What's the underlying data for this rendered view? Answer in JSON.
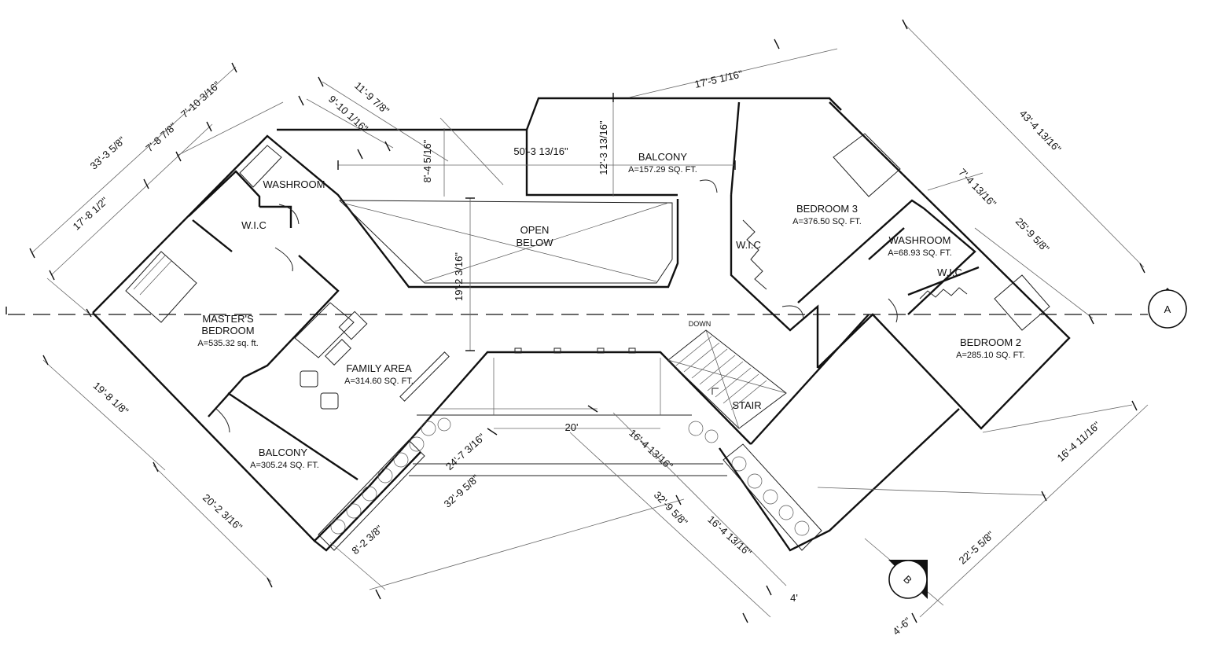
{
  "rooms": {
    "masters_bedroom": {
      "name1": "MASTER'S",
      "name2": "BEDROOM",
      "area": "A=535.32 sq. ft."
    },
    "washroom_master": {
      "name": "WASHROOM"
    },
    "wic_master": {
      "name": "W.I.C"
    },
    "family_area": {
      "name": "FAMILY AREA",
      "area": "A=314.60 SQ. FT."
    },
    "balcony_left": {
      "name": "BALCONY",
      "area": "A=305.24 SQ. FT."
    },
    "open_below": {
      "name1": "OPEN",
      "name2": "BELOW"
    },
    "balcony_top": {
      "name": "BALCONY",
      "area": "A=157.29 SQ. FT."
    },
    "bedroom3": {
      "name": "BEDROOM 3",
      "area": "A=376.50 SQ. FT."
    },
    "wic_bedroom3": {
      "name": "W.I.C"
    },
    "washroom_right": {
      "name": "WASHROOM",
      "area": "A=68.93 SQ. FT."
    },
    "wic_right": {
      "name": "W.I.C"
    },
    "bedroom2": {
      "name": "BEDROOM 2",
      "area": "A=285.10 SQ. FT."
    },
    "stair": {
      "name": "STAIR",
      "direction": "DOWN"
    }
  },
  "markers": {
    "section_a": "A",
    "section_b": "B"
  },
  "dimensions": {
    "d_33_3": "33'-3 5/8\"",
    "d_17_8": "17'-8 1/2\"",
    "d_7_8": "7'-8 7/8\"",
    "d_7_10": "7'-10 3/16\"",
    "d_9_10": "9'-10 1/16\"",
    "d_11_9": "11'-9 7/8\"",
    "d_8_4": "8'-4 5/16\"",
    "d_50_3": "50'-3 13/16\"",
    "d_12_3": "12'-3 13/16\"",
    "d_17_5": "17'-5 1/16\"",
    "d_43_4": "43'-4 13/16\"",
    "d_7_4": "7'-4 13/16\"",
    "d_25_9": "25'-9 5/8\"",
    "d_19_2": "19'-2 3/16\"",
    "d_19_8": "19'-8 1/8\"",
    "d_20_2": "20'-2 3/16\"",
    "d_24_7": "24'-7 3/16\"",
    "d_20": "20'",
    "d_16_4a": "16'-4 13/16\"",
    "d_32_9a": "32'-9 5/8\"",
    "d_32_9b": "32'-9 5/8\"",
    "d_8_2": "8'-2 3/8\"",
    "d_16_4b": "16'-4 13/16\"",
    "d_16_4c": "16'-4 11/16\"",
    "d_22_5": "22'-5 5/8\"",
    "d_4": "4'",
    "d_4_6": "4'-6\""
  }
}
